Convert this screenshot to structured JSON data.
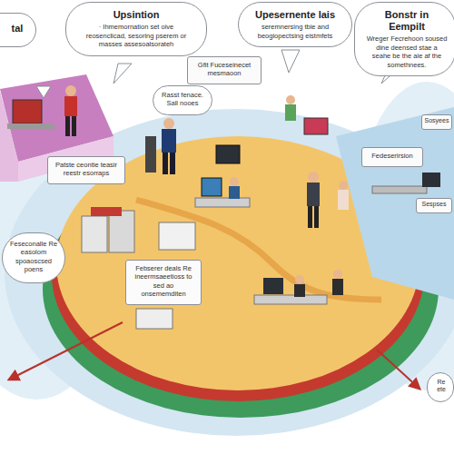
{
  "diagram": {
    "nodes": [
      {
        "text": [
          "tal"
        ]
      },
      {
        "text": [
          "Upsintion",
          "· Ihmemornation set oive reosenclicad, sesoring pserem or masses assesoalsorateh"
        ]
      },
      {
        "text": [
          "Upesernente lais",
          "seremnersing tbie and beogiopectsing eistmfets"
        ]
      },
      {
        "text": [
          "Bonstr in Eempilt",
          "Wreger Fecrehoon soused dine deensed stae a seahe be the aie af the somethnees."
        ]
      },
      {
        "text": [
          "Gfit Fuceseinecet mesmaoon"
        ]
      },
      {
        "text": [
          "Rasst fenace. Sall nooes"
        ]
      },
      {
        "text": [
          "Sosyees"
        ]
      },
      {
        "text": [
          "Fedeserirsion"
        ]
      },
      {
        "text": [
          "Patste ceontie teasir reestr esorraps"
        ]
      },
      {
        "text": [
          "Sespses"
        ]
      },
      {
        "text": [
          "Feseconalle Re easolom spoaoscsed poens"
        ]
      },
      {
        "text": [
          "Febserer deals Re ineermsaeetioss to sed ao onsememditen"
        ]
      },
      {
        "text": [
          "Re ete"
        ]
      }
    ]
  }
}
